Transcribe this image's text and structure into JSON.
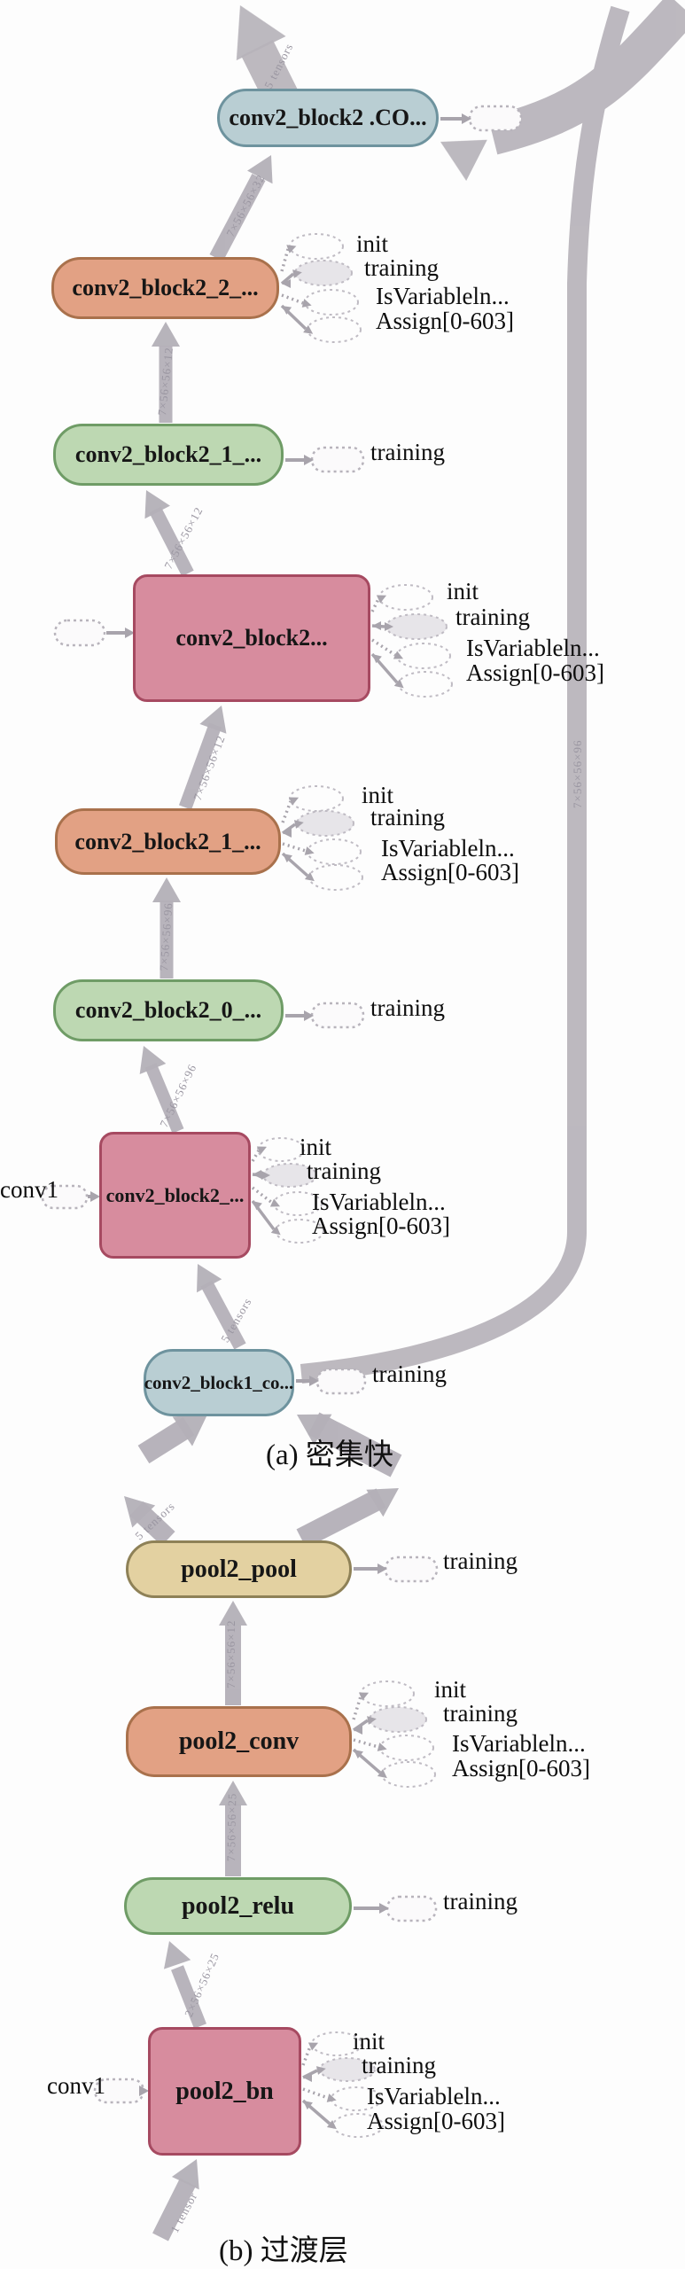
{
  "captions": {
    "a": "(a) 密集快",
    "b": "(b) 过渡层"
  },
  "nodes": {
    "blue1": {
      "label": "conv2_block2 .CO..."
    },
    "orange1": {
      "label": "conv2_block2_2_..."
    },
    "green1": {
      "label": "conv2_block2_1_..."
    },
    "pink1": {
      "label": "conv2_block2..."
    },
    "orange2": {
      "label": "conv2_block2_1_..."
    },
    "green2": {
      "label": "conv2_block2_0_..."
    },
    "pink2": {
      "label": "conv2_block2_..."
    },
    "blue2": {
      "label": "conv2_block1_co..."
    },
    "pool": {
      "label": "pool2_pool"
    },
    "conv": {
      "label": "pool2_conv"
    },
    "relu": {
      "label": "pool2_relu"
    },
    "bn": {
      "label": "pool2_bn"
    }
  },
  "inputs": {
    "conv1": "conv1"
  },
  "var_stack": [
    "init",
    "training",
    "IsVariableln...",
    "Assign[0-603]"
  ],
  "training_label": "training",
  "edge_labels": {
    "out_top": "5 tensors",
    "o1_b1": "7×56×56×32",
    "g1_o1": "7×56×56×12",
    "p1_g1": "7×56×56×12",
    "o2_p1": "7×56×56×12",
    "g2_o2": "7×56×56×96",
    "p2_g2": "7×56×56×96",
    "b2_p2": "5 tensors",
    "bypass": "7×56×56×96",
    "pool_out": "5 tensors",
    "conv_pool": "7×56×56×12",
    "relu_conv": "7×56×56×25",
    "bn_relu": "2×56×56×25",
    "in_bn": "1 tensor"
  },
  "colors": {
    "node_blue": "#b9ced3",
    "node_orange": "#e2a184",
    "node_green": "#bdd8b2",
    "node_pink": "#d78c9e",
    "node_tan": "#e3d1a1",
    "edge_gray": "#b7b3ba",
    "label_gray": "#9a96a1"
  }
}
